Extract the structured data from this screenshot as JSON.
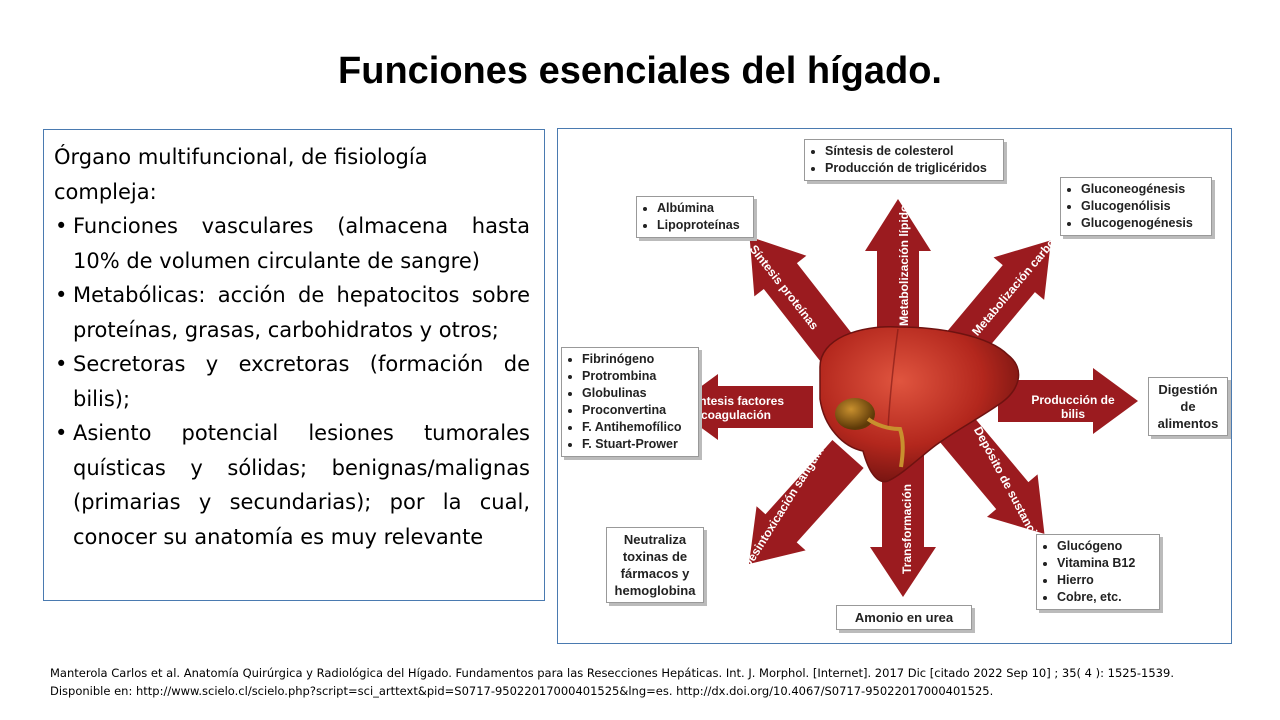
{
  "slide": {
    "title": "Funciones esenciales del hígado.",
    "intro": "Órgano multifuncional, de fisiología compleja:",
    "bullets": [
      "Funciones vasculares (almacena hasta 10% de volumen circulante de sangre)",
      "Metabólicas: acción de hepatocitos sobre proteínas, grasas, carbohidratos y otros;",
      "Secretoras y excretoras (formación de bilis);",
      "Asiento potencial lesiones tumorales quísticas y sólidas; benignas/malignas (primarias y secundarias); por la cual, conocer su anatomía es muy relevante"
    ],
    "reference": "Manterola Carlos et al. Anatomía Quirúrgica y Radiológica del Hígado. Fundamentos para las Resecciones Hepáticas. Int. J. Morphol.  [Internet]. 2017  Dic [citado  2022  Sep  10] ;  35( 4 ): 1525-1539.  Disponible en: http://www.scielo.cl/scielo.php?script=sci_arttext&pid=S0717-95022017000401525&lng=es.   http://dx.doi.org/10.4067/S0717-95022017000401525."
  },
  "figure": {
    "colors": {
      "arrow": "#9b1b1f",
      "liver": "#b3271d",
      "gallbladder": "#8a5a12"
    },
    "boxes": {
      "top": [
        "Síntesis de colesterol",
        "Producción de triglicéridos"
      ],
      "top_left": [
        "Albúmina",
        "Lipoproteínas"
      ],
      "top_right": [
        "Gluconeogénesis",
        "Glucogenólisis",
        "Glucogenogénesis"
      ],
      "left": [
        "Fibrinógeno",
        "Protrombina",
        "Globulinas",
        "Proconvertina",
        "F. Antihemofílico",
        "F. Stuart-Prower"
      ],
      "right": "Digestión de alimentos",
      "bottom_left": "Neutraliza toxinas de fármacos y hemoglobina",
      "bottom": "Amonio en urea",
      "bottom_right": [
        "Glucógeno",
        "Vitamina B12",
        "Hierro",
        "Cobre, etc."
      ]
    },
    "arrows": {
      "up": "Metabolización lípidos",
      "up_left": "Síntesis proteínas",
      "up_right": "Metabolización carbohidratos",
      "left": "Síntesis factores coagulación",
      "right": "Producción de bilis",
      "down": "Transformación",
      "down_left": "Desintoxicación sanguínea",
      "down_right": "Depósito de sustancias"
    }
  }
}
